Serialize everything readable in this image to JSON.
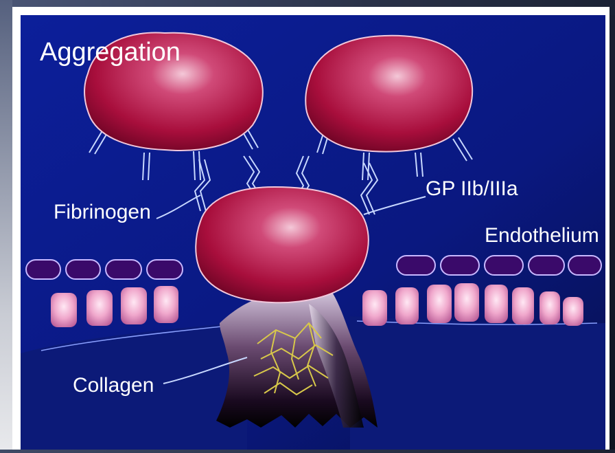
{
  "diagram": {
    "title": "Aggregation",
    "labels": {
      "fibrinogen": "Fibrinogen",
      "gp_receptor": "GP IIb/IIIa",
      "endothelium": "Endothelium",
      "collagen": "Collagen"
    }
  },
  "colors": {
    "background": "#0a1a8a",
    "platelet": "#b0103f",
    "label_text": "#ffffff",
    "line": "#c8d8ff",
    "collagen_fiber": "#d8c84a"
  }
}
